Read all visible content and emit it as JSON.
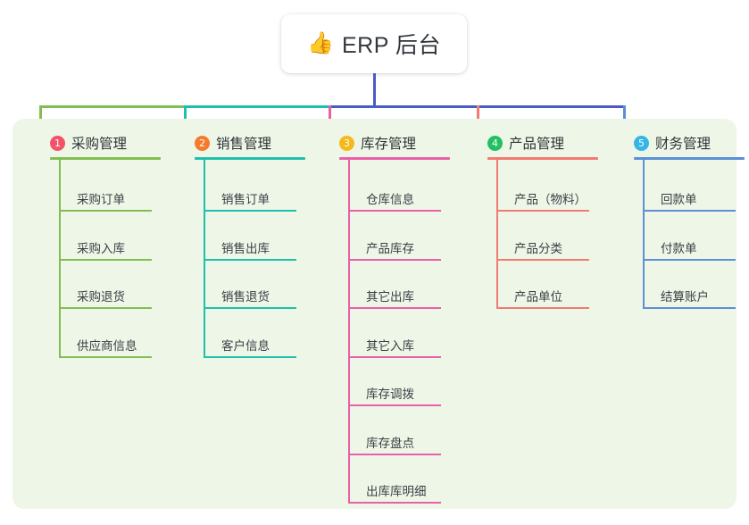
{
  "root": {
    "emoji": "👍",
    "emoji_name": "thumbs-up-icon",
    "title": "ERP 后台"
  },
  "colors": {
    "page_background": "#ffffff",
    "panel_background": "#eef7e7",
    "root_stem": "#4a5bc4",
    "branch_1": "#82bd52",
    "branch_2": "#1ec0ad",
    "branch_3": "#e860a8",
    "branch_4": "#f07b72",
    "branch_5": "#5b8fd6",
    "badge_1": "#f4526b",
    "badge_2": "#f57a2b",
    "badge_3": "#f5b91d",
    "badge_4": "#22c060",
    "badge_5": "#33b5e5",
    "text": "#32363c"
  },
  "branches": [
    {
      "number": "1",
      "title": "采购管理",
      "color": "#82bd52",
      "badge_color": "#f4526b",
      "items": [
        "采购订单",
        "采购入库",
        "采购退货",
        "供应商信息"
      ]
    },
    {
      "number": "2",
      "title": "销售管理",
      "color": "#1ec0ad",
      "badge_color": "#f57a2b",
      "items": [
        "销售订单",
        "销售出库",
        "销售退货",
        "客户信息"
      ]
    },
    {
      "number": "3",
      "title": "库存管理",
      "color": "#e860a8",
      "badge_color": "#f5b91d",
      "items": [
        "仓库信息",
        "产品库存",
        "其它出库",
        "其它入库",
        "库存调拨",
        "库存盘点",
        "出库库明细"
      ]
    },
    {
      "number": "4",
      "title": "产品管理",
      "color": "#f07b72",
      "badge_color": "#22c060",
      "items": [
        "产品（物料）",
        "产品分类",
        "产品单位"
      ]
    },
    {
      "number": "5",
      "title": "财务管理",
      "color": "#5b8fd6",
      "badge_color": "#33b5e5",
      "items": [
        "回款单",
        "付款单",
        "结算账户"
      ]
    }
  ]
}
